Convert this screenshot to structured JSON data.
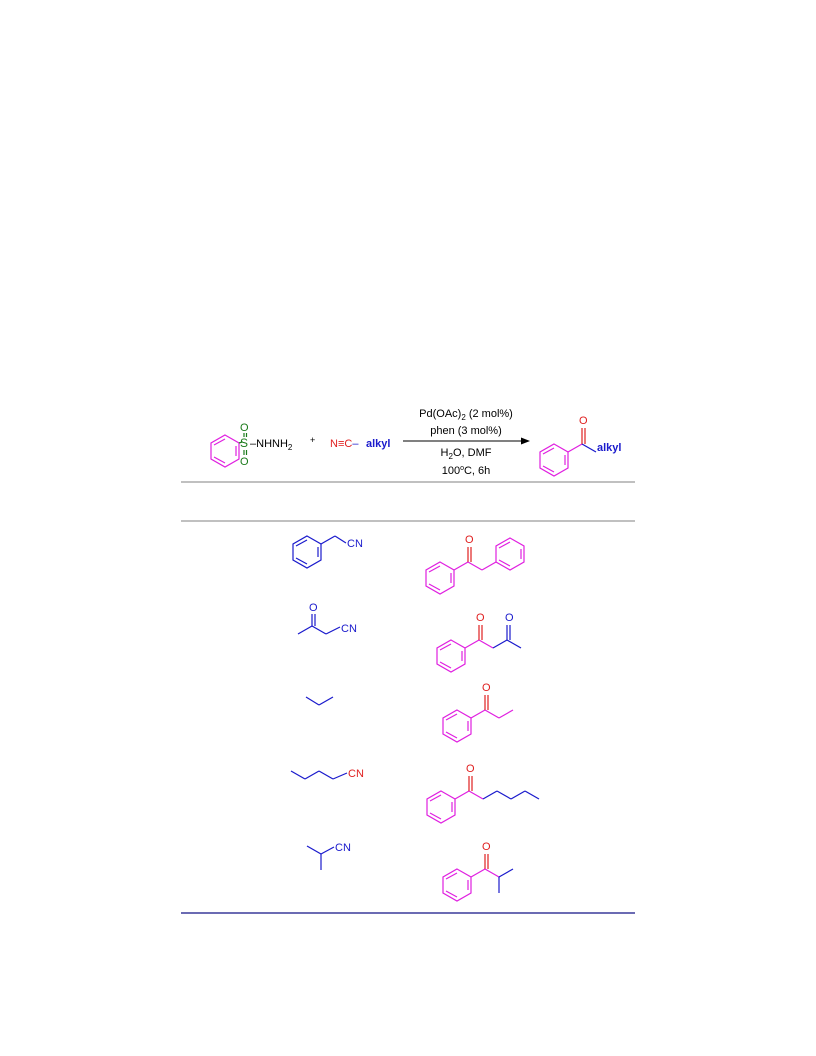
{
  "colors": {
    "reagent_green": "#1a7a1a",
    "product_magenta": "#e020e0",
    "nitrile_red": "#e02020",
    "substrate_blue": "#1a1acc",
    "rule_gray": "#808080",
    "bottom_rule_blue": "#3a3a9a",
    "text_black": "#000000"
  },
  "scheme": {
    "sulfonyl": {
      "o_top": "O",
      "s": "S",
      "o_bottom": "O",
      "dash": "–",
      "nhnh": "NHNH",
      "sub2": "2"
    },
    "plus": "+",
    "nitrile_n": "N",
    "nitrile_triple": "≡",
    "nitrile_c": "C",
    "nitrile_dash": "–",
    "alkyl_label": "alkyl",
    "conditions": {
      "line1_main": "Pd(OAc)",
      "line1_sub": "2",
      "line1_rest": " (2 mol%)",
      "line2": "phen (3 mol%)",
      "line3_h": "H",
      "line3_sub": "2",
      "line3_rest": "O, DMF",
      "line4_main": "100",
      "line4_sup": "o",
      "line4_rest": "C, 6h"
    },
    "product": {
      "o_label": "O",
      "alkyl_label": "alkyl"
    }
  },
  "rows": [
    {
      "substrate": {
        "cn": "CN"
      },
      "product": {
        "o1": "O"
      }
    },
    {
      "substrate": {
        "o": "O",
        "cn": "CN"
      },
      "product": {
        "o1": "O",
        "o2": "O"
      }
    },
    {
      "substrate": {},
      "product": {
        "o1": "O"
      }
    },
    {
      "substrate": {
        "cn": "CN"
      },
      "product": {
        "o1": "O"
      }
    },
    {
      "substrate": {
        "cn": "CN"
      },
      "product": {
        "o1": "O"
      }
    }
  ]
}
